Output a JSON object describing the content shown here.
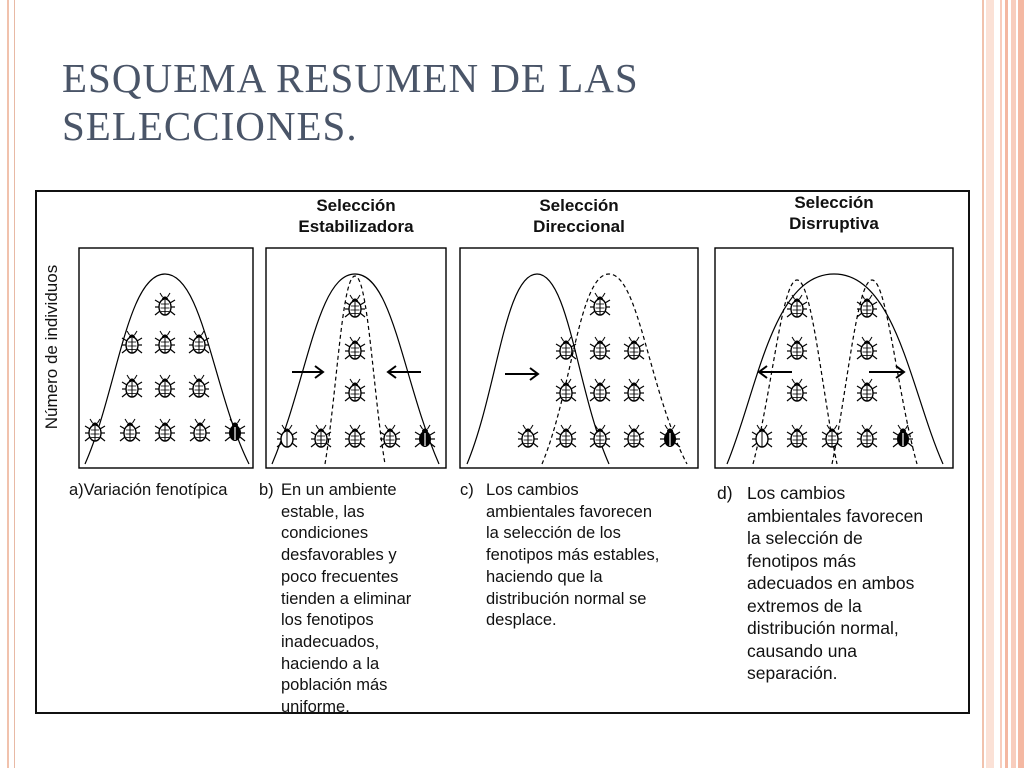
{
  "slide": {
    "title_line1": "ESQUEMA RESUMEN DE LAS",
    "title_line2": "SELECCIONES.",
    "title_color": "#4a5568",
    "accent_color": "#f4b8a2"
  },
  "figure": {
    "y_axis_label": "Número de individuos",
    "panels": [
      {
        "id": "a",
        "heading": [],
        "caption_letter": "a)",
        "caption_lines": [
          "Variación fenotípica"
        ],
        "arrows": []
      },
      {
        "id": "b",
        "heading": [
          "Selección",
          "Estabilizadora"
        ],
        "caption_letter": "b)",
        "caption_lines": [
          "En un ambiente",
          "estable, las",
          "condiciones",
          "desfavorables y",
          "poco frecuentes",
          "tienden a eliminar",
          "los fenotipos",
          "inadecuados,",
          "haciendo a la",
          "población más",
          "uniforme."
        ],
        "arrows": [
          "arrow-right",
          "arrow-left"
        ]
      },
      {
        "id": "c",
        "heading": [
          "Selección",
          "Direccional"
        ],
        "caption_letter": "c)",
        "caption_lines": [
          "Los cambios",
          "ambientales favorecen",
          "la selección de los",
          "fenotipos más estables,",
          "haciendo que la",
          "distribución normal se",
          "desplace."
        ],
        "arrows": [
          "arrow-right"
        ]
      },
      {
        "id": "d",
        "heading": [
          "Selección",
          "Disrruptiva"
        ],
        "caption_letter": "d)",
        "caption_lines": [
          "Los cambios",
          "ambientales favorecen",
          "la selección de",
          "fenotipos más",
          "adecuados en ambos",
          "extremos de la",
          "distribución normal,",
          "causando una",
          "separación."
        ],
        "arrows": [
          "arrow-left",
          "arrow-right"
        ]
      }
    ]
  }
}
